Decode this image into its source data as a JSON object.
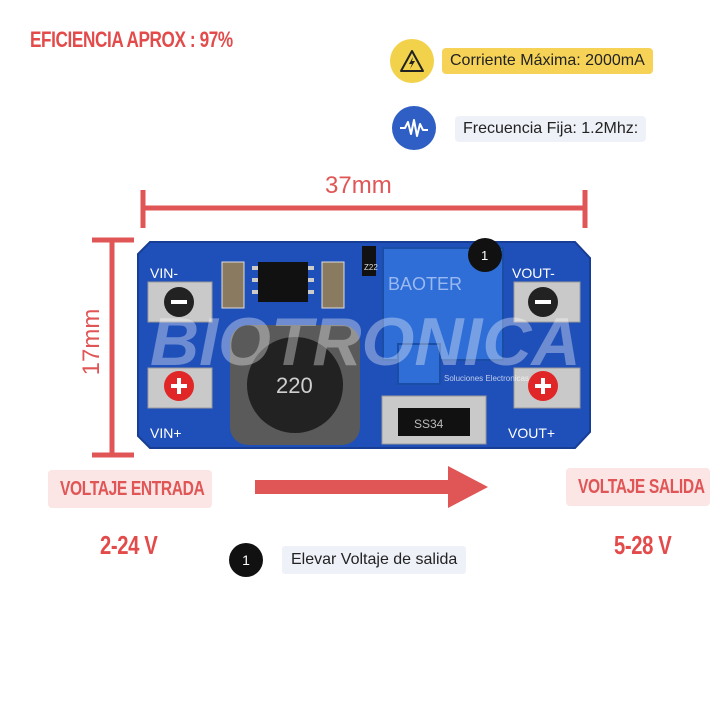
{
  "header": {
    "efficiency": "EFICIENCIA APROX : 97%"
  },
  "specs": {
    "current": "Corriente Máxima: 2000mA",
    "frequency": "Frecuencia Fija: 1.2Mhz:"
  },
  "dimensions": {
    "width": "37mm",
    "height": "17mm"
  },
  "board": {
    "vin_minus": "VIN-",
    "vin_plus": "VIN+",
    "vout_minus": "VOUT-",
    "vout_plus": "VOUT+",
    "inductor_code": "220",
    "pot_brand": "BAOTER",
    "ic_label": "Z22",
    "diode_label": "SS34",
    "watermark": "BIOTRONICA",
    "watermark_sub": "Soluciones Electronicas",
    "pot_marker": "1"
  },
  "labels": {
    "input_title": "VOLTAJE ENTRADA",
    "output_title": "VOLTAJE SALIDA",
    "input_range": "2-24 V",
    "output_range": "5-28 V"
  },
  "note": {
    "number": "1",
    "text": "Elevar  Voltaje de salida"
  },
  "colors": {
    "accent_red": "#e05555",
    "board_blue": "#1f4fb8",
    "warning_yellow": "#f2d24a",
    "freq_blue": "#2f5fc4"
  },
  "icons": {
    "current": "lightning-warning-icon",
    "frequency": "waveform-icon"
  }
}
